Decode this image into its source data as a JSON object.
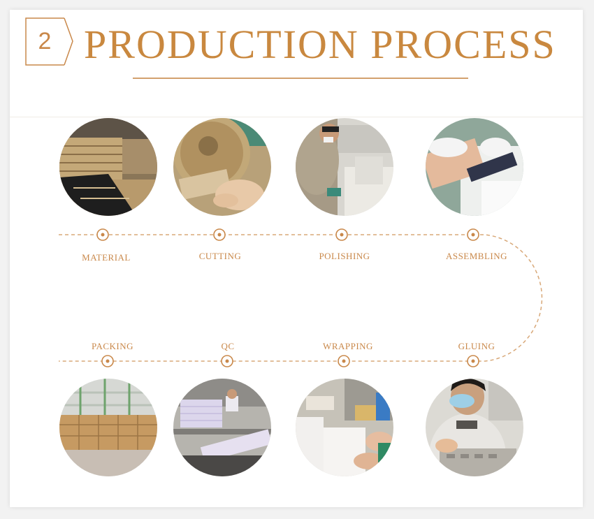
{
  "header": {
    "step_number": "2",
    "title": "PRODUCTION PROCESS"
  },
  "colors": {
    "accent": "#c9884a",
    "accent_light": "#d8a878"
  },
  "steps_top": [
    {
      "label": "MATERIAL"
    },
    {
      "label": "CUTTING"
    },
    {
      "label": "POLISHING"
    },
    {
      "label": "ASSEMBLING"
    }
  ],
  "steps_bottom": [
    {
      "label": "PACKING"
    },
    {
      "label": "QC"
    },
    {
      "label": "WRAPPING"
    },
    {
      "label": "GLUING"
    }
  ]
}
